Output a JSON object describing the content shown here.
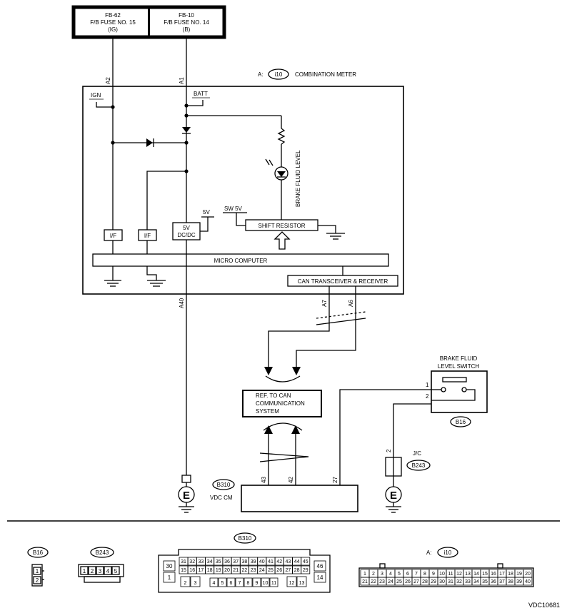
{
  "fuses": [
    {
      "line1": "FB-62",
      "line2": "F/B FUSE NO. 15",
      "line3": "(IG)"
    },
    {
      "line1": "FB-10",
      "line2": "F/B FUSE NO. 14",
      "line3": "(B)"
    }
  ],
  "pins": {
    "a2": "A2",
    "a1": "A1",
    "a40": "A40",
    "a7": "A7",
    "a6": "A6",
    "p43": "43",
    "p42": "42",
    "p27": "27",
    "p1": "1",
    "p2": "2",
    "p2b": "2"
  },
  "meter": {
    "prefix": "A:",
    "id": "i10",
    "name": "COMBINATION METER"
  },
  "labels": {
    "ign": "IGN",
    "batt": "BATT",
    "brake_fluid_level": "BRAKE FLUID LEVEL",
    "v5": "5V",
    "sw5v": "SW 5V",
    "shift_resistor": "SHIFT RESISTOR",
    "if1": "I/F",
    "if2": "I/F",
    "dcdc_line1": "5V",
    "dcdc_line2": "DC/DC",
    "micro_computer": "MICRO COMPUTER",
    "can_transceiver": "CAN TRANSCEIVER & RECEIVER"
  },
  "can_ref": {
    "line1": "REF. TO CAN",
    "line2": "COMMUNICATION",
    "line3": "SYSTEM"
  },
  "switch": {
    "line1": "BRAKE FLUID",
    "line2": "LEVEL SWITCH",
    "id": "B16"
  },
  "jc": {
    "label": "J/C",
    "id": "B243"
  },
  "vdc": {
    "id": "B310",
    "name": "VDC CM"
  },
  "ground_symbol": "E",
  "connectors": {
    "b16": {
      "id": "B16",
      "pins": [
        "1",
        "2"
      ]
    },
    "b243": {
      "id": "B243",
      "pins": [
        "1",
        "2",
        "3",
        "4",
        "5"
      ]
    },
    "b310": {
      "id": "B310",
      "pin30": "30",
      "pin1": "1",
      "pin46": "46",
      "pin14": "14",
      "row1": [
        "31",
        "32",
        "33",
        "34",
        "35",
        "36",
        "37",
        "38",
        "39",
        "40",
        "41",
        "42",
        "43",
        "44",
        "45"
      ],
      "row2": [
        "15",
        "16",
        "17",
        "18",
        "19",
        "20",
        "21",
        "22",
        "23",
        "24",
        "25",
        "26",
        "27",
        "28",
        "29"
      ],
      "left3": [
        "2",
        "3"
      ],
      "mid3": [
        "4",
        "5",
        "6",
        "7",
        "8",
        "9",
        "10",
        "11"
      ],
      "right3": [
        "12",
        "13"
      ]
    },
    "i10": {
      "prefix": "A:",
      "id": "i10",
      "row1": [
        "1",
        "2",
        "3",
        "4",
        "5",
        "6",
        "7",
        "8",
        "9",
        "10",
        "11",
        "12",
        "13",
        "14",
        "15",
        "16",
        "17",
        "18",
        "19",
        "20"
      ],
      "row2": [
        "21",
        "22",
        "23",
        "24",
        "25",
        "26",
        "27",
        "28",
        "29",
        "30",
        "31",
        "32",
        "33",
        "34",
        "35",
        "36",
        "37",
        "38",
        "39",
        "40"
      ]
    }
  },
  "figure_code": "VDC10681"
}
